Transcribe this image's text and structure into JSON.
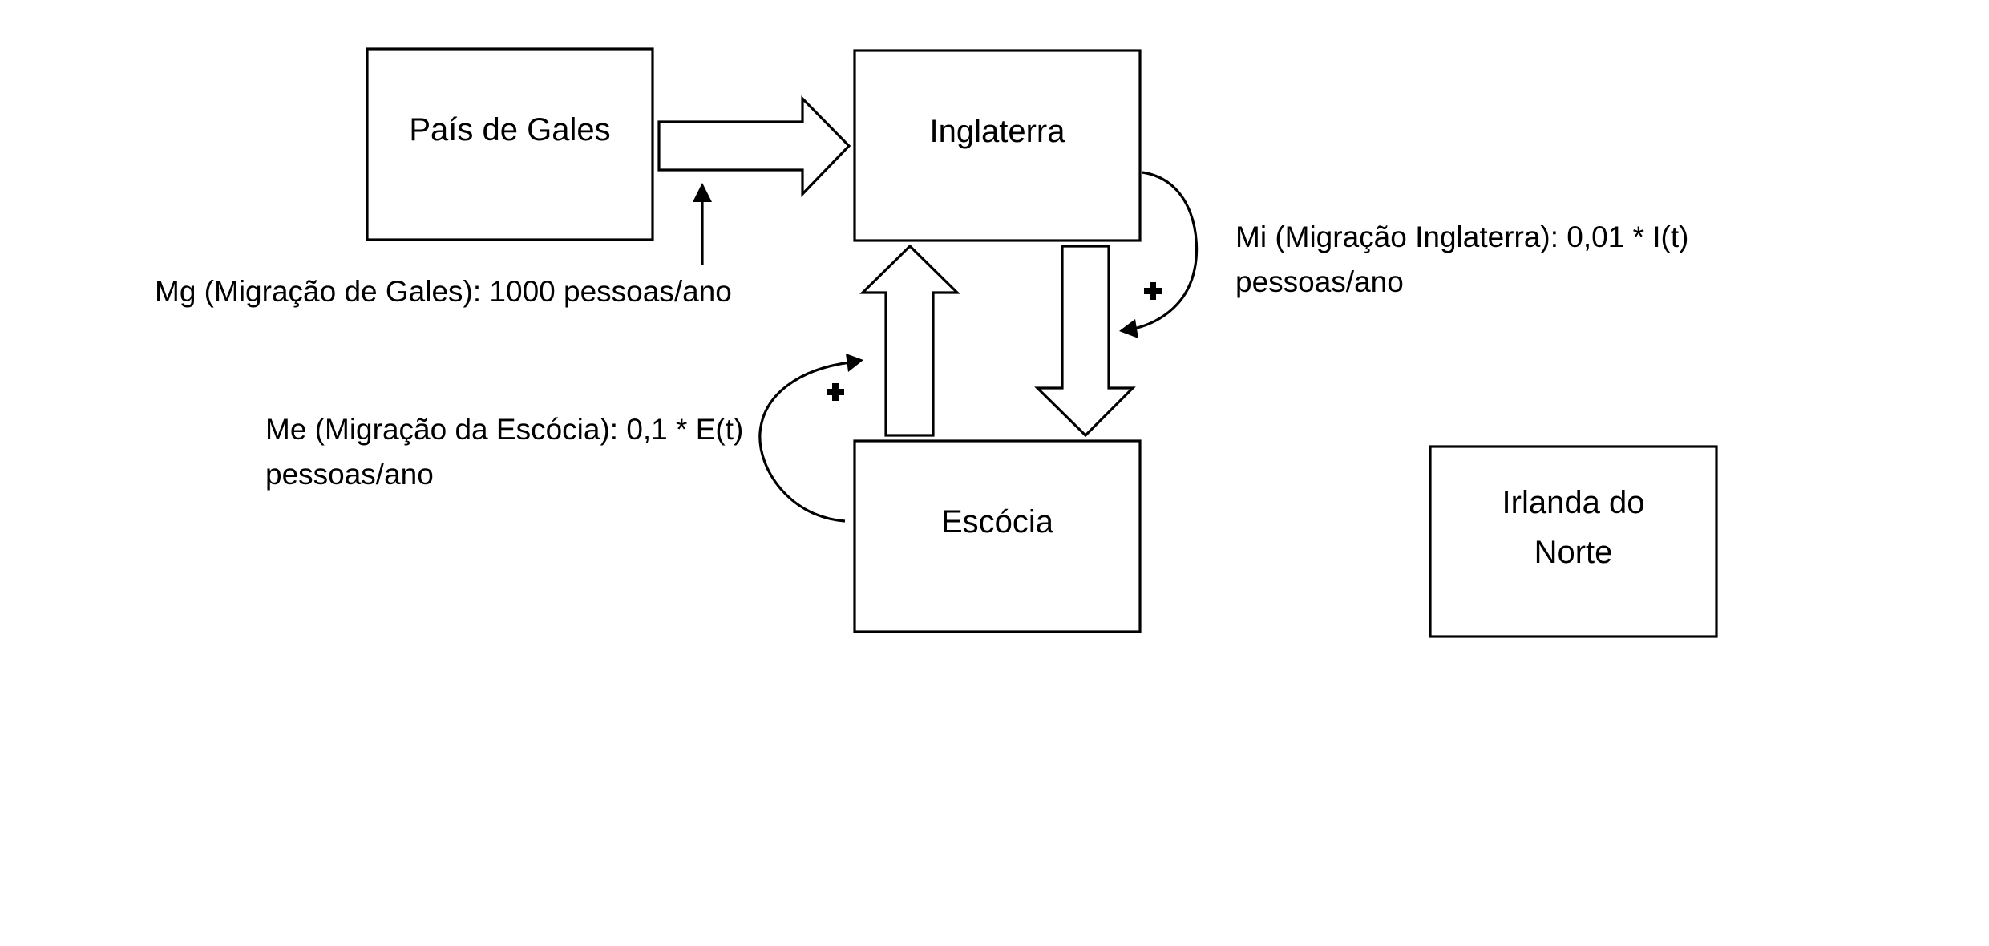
{
  "nodes": {
    "pais_de_gales": "País de Gales",
    "inglaterra": "Inglaterra",
    "escocia": "Escócia",
    "irlanda_do_norte": "Irlanda do Norte"
  },
  "annotations": {
    "mg": "Mg (Migração de Gales): 1000 pessoas/ano",
    "mi_line1": "Mi (Migração Inglaterra): 0,01 * I(t)",
    "mi_line2": "pessoas/ano",
    "me_line1": "Me (Migração da Escócia): 0,1 * E(t)",
    "me_line2": "pessoas/ano"
  },
  "feedback_signs": {
    "inglaterra_loop": "+",
    "escocia_loop": "+"
  },
  "colors": {
    "stroke": "#000000",
    "fill": "#ffffff"
  }
}
